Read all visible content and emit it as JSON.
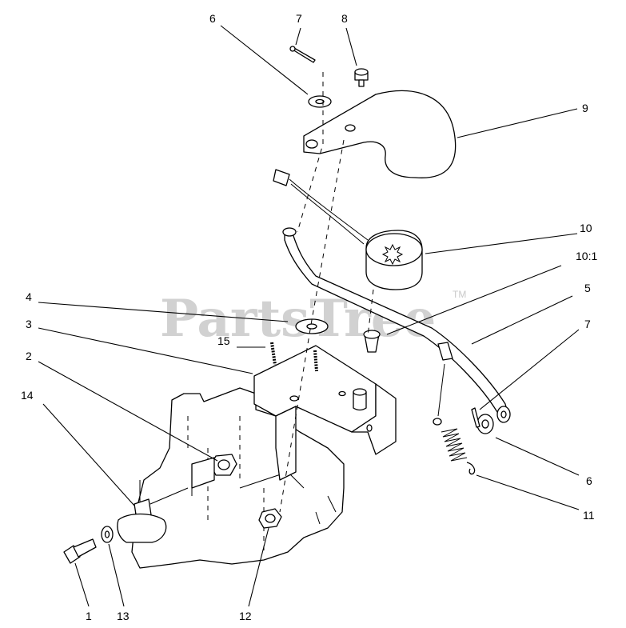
{
  "watermark": {
    "text": "PartsTree",
    "tm": "TM"
  },
  "callouts": [
    {
      "id": "c1",
      "label": "1"
    },
    {
      "id": "c2",
      "label": "2"
    },
    {
      "id": "c3",
      "label": "3"
    },
    {
      "id": "c4",
      "label": "4"
    },
    {
      "id": "c5",
      "label": "5"
    },
    {
      "id": "c6a",
      "label": "6"
    },
    {
      "id": "c6b",
      "label": "6"
    },
    {
      "id": "c7a",
      "label": "7"
    },
    {
      "id": "c7b",
      "label": "7"
    },
    {
      "id": "c8",
      "label": "8"
    },
    {
      "id": "c9",
      "label": "9"
    },
    {
      "id": "c10",
      "label": "10"
    },
    {
      "id": "c101",
      "label": "10:1"
    },
    {
      "id": "c11",
      "label": "11"
    },
    {
      "id": "c12",
      "label": "12"
    },
    {
      "id": "c13",
      "label": "13"
    },
    {
      "id": "c14",
      "label": "14"
    },
    {
      "id": "c15",
      "label": "15"
    }
  ]
}
